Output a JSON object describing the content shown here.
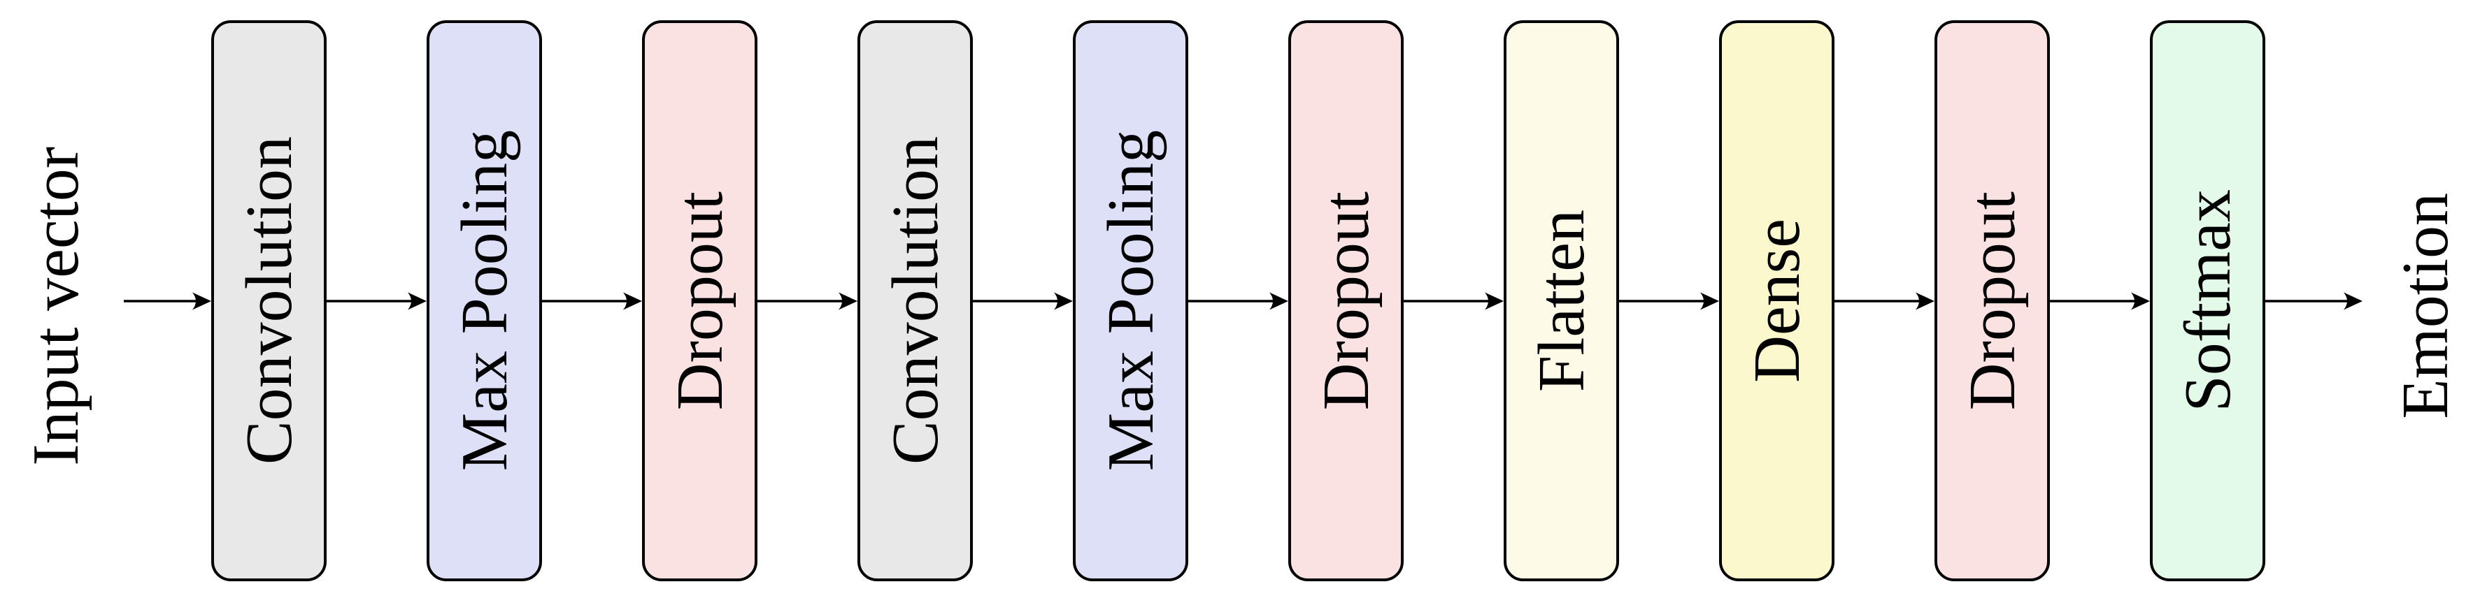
{
  "diagram": {
    "input_label": "Input vector",
    "output_label": "Emotion",
    "layers": [
      {
        "label": "Convolution",
        "color": "#e8e8e8"
      },
      {
        "label": "Max Pooling",
        "color": "#dee0f8"
      },
      {
        "label": "Dropout",
        "color": "#fbe2e2"
      },
      {
        "label": "Convolution",
        "color": "#e8e8e8"
      },
      {
        "label": "Max Pooling",
        "color": "#dee0f8"
      },
      {
        "label": "Dropout",
        "color": "#fbe2e2"
      },
      {
        "label": "Flatten",
        "color": "#fdfbe8"
      },
      {
        "label": "Dense",
        "color": "#fcf8cd"
      },
      {
        "label": "Dropout",
        "color": "#fbe2e2"
      },
      {
        "label": "Softmax",
        "color": "#e4fae8"
      }
    ],
    "stroke_color": "#000000",
    "background_color": "#ffffff"
  }
}
